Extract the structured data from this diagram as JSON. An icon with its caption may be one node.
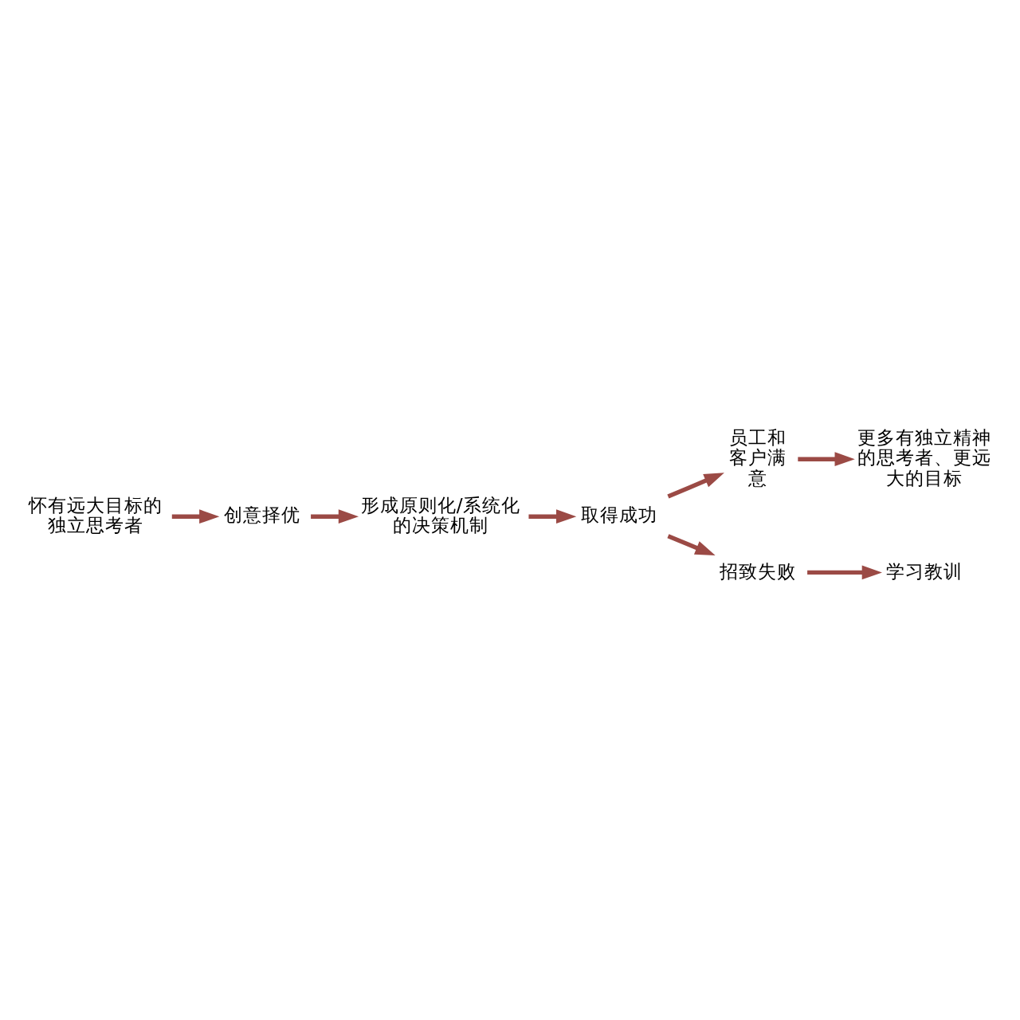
{
  "diagram": {
    "nodes": [
      {
        "text": [
          "怀有远大目标的独立思考者"
        ]
      },
      {
        "text": [
          "创意择优"
        ]
      },
      {
        "text": [
          "形成原则化/系统化的决策机制"
        ]
      },
      {
        "text": [
          "取得成功"
        ]
      },
      {
        "text": [
          "员工和客户满意"
        ]
      },
      {
        "text": [
          "更多有独立精神的思考者、更远大的目标"
        ]
      },
      {
        "text": [
          "招致失败"
        ]
      },
      {
        "text": [
          "学习教训"
        ]
      }
    ],
    "edges": [
      {
        "from": 0,
        "to": 1,
        "arrow": "to",
        "color": "#9b4a45"
      },
      {
        "from": 1,
        "to": 2,
        "arrow": "to",
        "color": "#9b4a45"
      },
      {
        "from": 2,
        "to": 3,
        "arrow": "to",
        "color": "#9b4a45"
      },
      {
        "from": 3,
        "to": 4,
        "arrow": "to",
        "color": "#9b4a45"
      },
      {
        "from": 4,
        "to": 5,
        "arrow": "to",
        "color": "#9b4a45"
      },
      {
        "from": 3,
        "to": 6,
        "arrow": "to",
        "color": "#9b4a45"
      },
      {
        "from": 6,
        "to": 7,
        "arrow": "to",
        "color": "#9b4a45"
      }
    ]
  }
}
